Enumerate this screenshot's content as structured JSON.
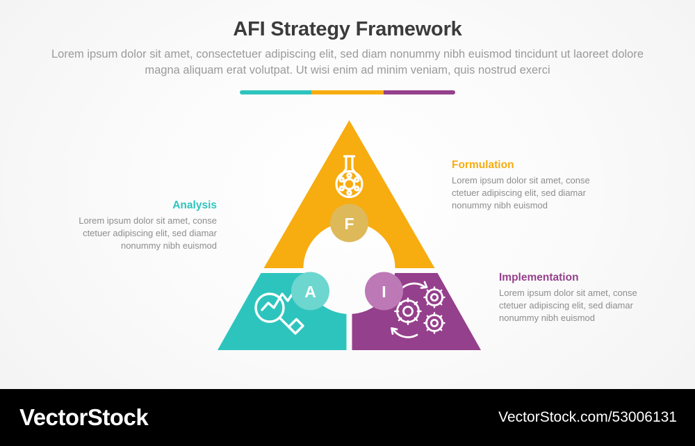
{
  "header": {
    "title": "AFI Strategy Framework",
    "subtitle": "Lorem ipsum dolor sit amet, consectetuer adipiscing elit, sed diam nonummy nibh euismod tincidunt ut laoreet dolore magna aliquam erat volutpat. Ut wisi enim ad minim veniam, quis nostrud exerci"
  },
  "colors": {
    "teal": "#2EC4BE",
    "yellow": "#F7AC10",
    "purple": "#95408C",
    "teal_badge": "#6DD6CF",
    "yellow_badge": "#DDB95A",
    "purple_badge": "#BD78B6",
    "title": "#3B3B3B",
    "body_text": "#8D8D8D",
    "footer_bg": "#000000"
  },
  "accent_bar": {
    "segments": [
      "teal",
      "yellow",
      "purple"
    ]
  },
  "diagram": {
    "shape": "triangle-three-segments-with-center-circle",
    "segments": [
      {
        "key": "formulation",
        "letter": "F",
        "icon": "flask-molecule-icon",
        "position": "top"
      },
      {
        "key": "analysis",
        "letter": "A",
        "icon": "magnifier-chart-icon",
        "position": "bottom-left"
      },
      {
        "key": "implementation",
        "letter": "I",
        "icon": "gears-cycle-icon",
        "position": "bottom-right"
      }
    ]
  },
  "labels": [
    {
      "key": "analysis",
      "title": "Analysis",
      "description": "Lorem ipsum dolor sit amet, conse ctetuer adipiscing elit, sed diamar nonummy nibh euismod",
      "color": "#2EC4BE"
    },
    {
      "key": "formulation",
      "title": "Formulation",
      "description": "Lorem ipsum dolor sit amet, conse ctetuer adipiscing elit, sed diamar nonummy nibh euismod",
      "color": "#F7AC10"
    },
    {
      "key": "implementation",
      "title": "Implementation",
      "description": "Lorem ipsum dolor sit amet, conse ctetuer adipiscing elit, sed diamar nonummy nibh euismod",
      "color": "#95408C"
    }
  ],
  "footer": {
    "logo": "VectorStock",
    "url": "VectorStock.com/53006131"
  }
}
